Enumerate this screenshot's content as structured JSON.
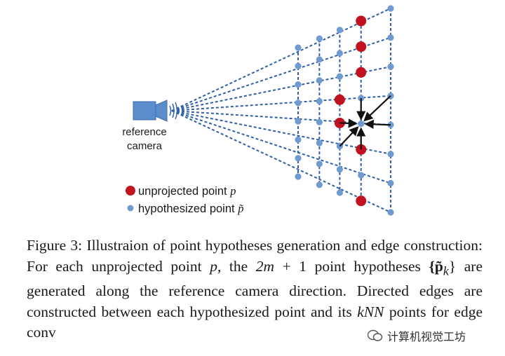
{
  "figure": {
    "camera_label_line1": "reference",
    "camera_label_line2": "camera",
    "legend": {
      "unprojected_label": "unprojected point ",
      "unprojected_symbol": "p",
      "hypothesized_label": "hypothesized point ",
      "hypothesized_symbol": "p̃",
      "unprojected_color": "#c0131f",
      "hypothesized_color": "#6f9bd1"
    },
    "line_color": "#2f5fa8"
  },
  "caption": {
    "seg1": "Figure 3:  Illustraion of point hypotheses generation and edge construction:  For each unprojected point ",
    "p": "p",
    "seg2": ", the ",
    "twom": "2m",
    "seg3": " + 1 point hypotheses ",
    "set": "{p̃",
    "sub_k": "k",
    "set_close": "}",
    "seg4": " are generated along the reference camera direction. Directed edges are constructed between each hypothesized point and its ",
    "knn": "kNN",
    "seg5": " points for edge conv"
  },
  "watermark": {
    "text": "计算机视觉工坊"
  }
}
